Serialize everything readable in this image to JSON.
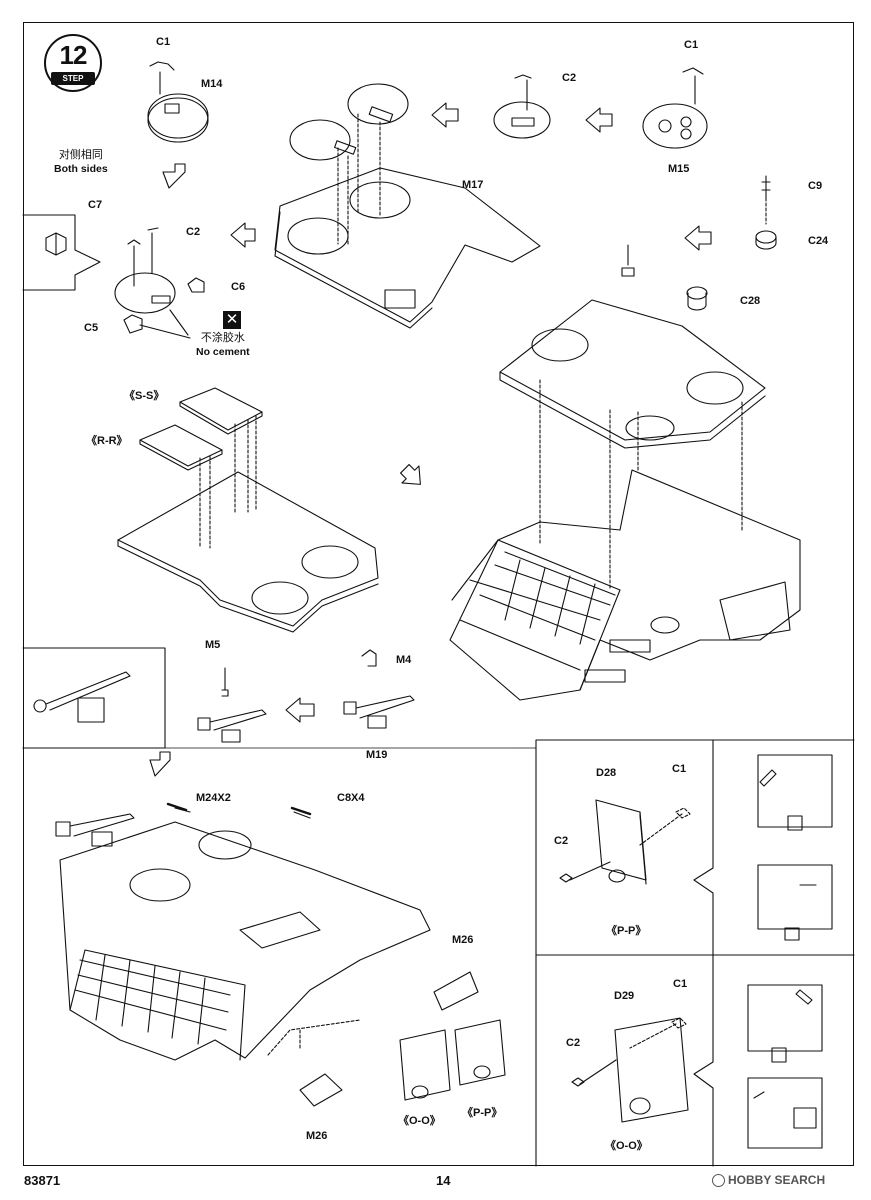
{
  "step": {
    "number": "12",
    "label": "STEP"
  },
  "labels": {
    "c1_top": "C1",
    "m14": "M14",
    "c2_top": "C2",
    "c1_right": "C1",
    "m15": "M15",
    "m17": "M17",
    "c9": "C9",
    "c24": "C24",
    "c28": "C28",
    "c7": "C7",
    "c2_left": "C2",
    "c6": "C6",
    "c5": "C5",
    "ss": "《S-S》",
    "rr": "《R-R》",
    "m5": "M5",
    "m4": "M4",
    "m19": "M19",
    "m24x2": "M24X2",
    "c8x4": "C8X4",
    "m26_right": "M26",
    "m26_left": "M26",
    "oo_bottom": "《O-O》",
    "pp_bottom": "《P-P》",
    "d28": "D28",
    "c1_pp": "C1",
    "c2_pp": "C2",
    "pp_title": "《P-P》",
    "d29": "D29",
    "c1_oo": "C1",
    "c2_oo": "C2",
    "oo_title": "《O-O》"
  },
  "notes": {
    "both_sides_cn": "对侧相同",
    "both_sides_en": "Both sides",
    "no_cement_cn": "不涂胶水",
    "no_cement_en": "No cement"
  },
  "footer": {
    "kit_number": "83871",
    "page_number": "14",
    "watermark": "HOBBY SEARCH"
  }
}
